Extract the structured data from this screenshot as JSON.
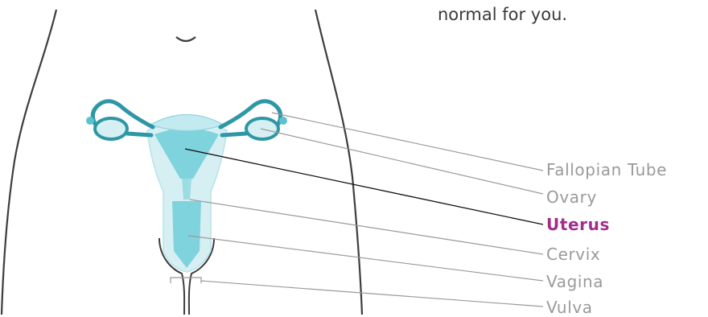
{
  "intro": {
    "text": "normal for you."
  },
  "labels": [
    {
      "key": "fallopian_tube",
      "text": "Fallopian Tube",
      "active": false
    },
    {
      "key": "ovary",
      "text": "Ovary",
      "active": false
    },
    {
      "key": "uterus",
      "text": "Uterus",
      "active": true
    },
    {
      "key": "cervix",
      "text": "Cervix",
      "active": false
    },
    {
      "key": "vagina",
      "text": "Vagina",
      "active": false
    },
    {
      "key": "vulva",
      "text": "Vulva",
      "active": false
    }
  ],
  "colors": {
    "active_label": "#a12d8e",
    "inactive_label": "#9a9a9a",
    "organ_light": "#d6eff3",
    "organ_mid": "#7fd3dc",
    "organ_dark": "#2e97a6",
    "body_outline": "#3d3d3d"
  }
}
